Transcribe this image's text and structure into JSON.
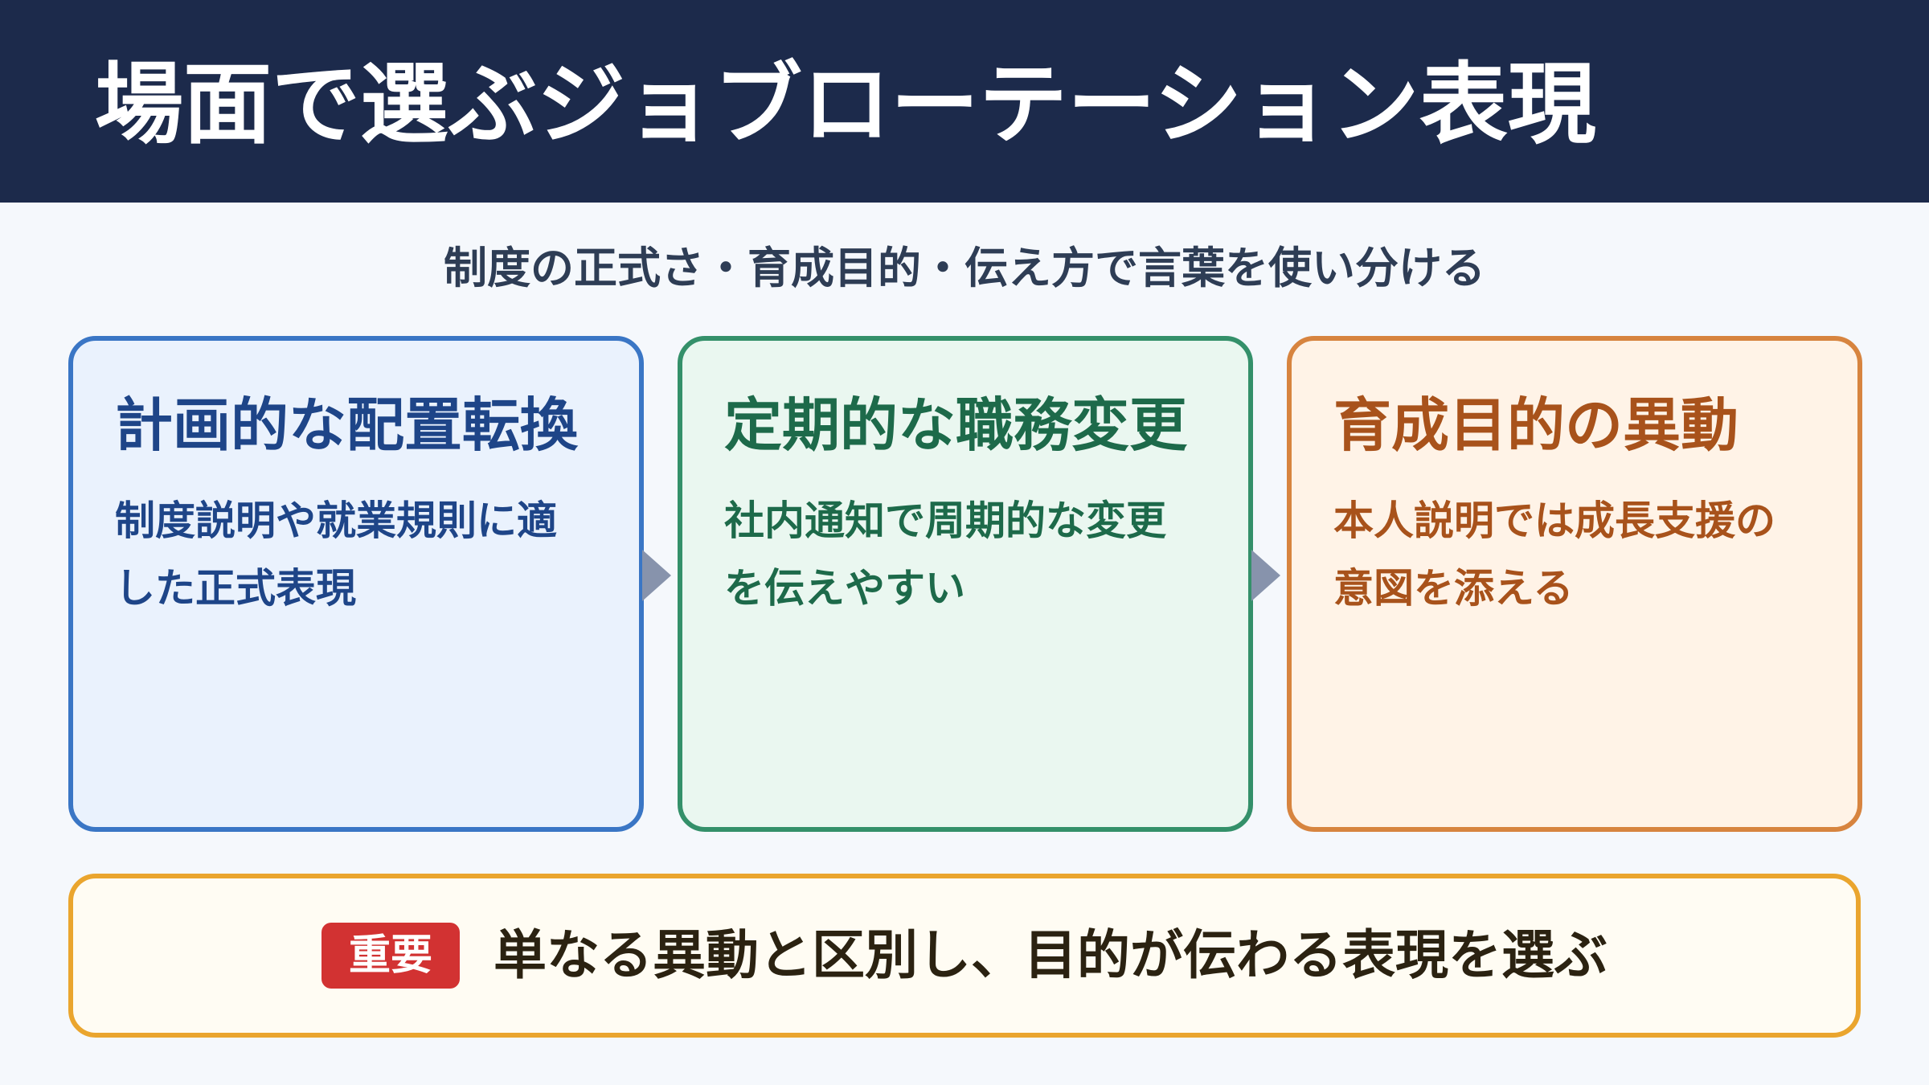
{
  "header": {
    "title": "場面で選ぶジョブローテーション表現"
  },
  "subtitle": "制度の正式さ・育成目的・伝え方で言葉を使い分ける",
  "cards": [
    {
      "title": "計画的な配置転換",
      "body": "制度説明や就業規則に適した正式表現"
    },
    {
      "title": "定期的な職務変更",
      "body": "社内通知で周期的な変更を伝えやすい"
    },
    {
      "title": "育成目的の異動",
      "body": "本人説明では成長支援の意図を添える"
    }
  ],
  "note": {
    "badge": "重要",
    "text": "単なる異動と区別し、目的が伝わる表現を選ぶ"
  },
  "colors": {
    "header_bg": "#1c2a4b",
    "blue": "#3a76c5",
    "green": "#34906a",
    "orange": "#d7843f",
    "note_border": "#eaa52e",
    "badge_bg": "#d23232",
    "arrow": "#8793ac"
  }
}
